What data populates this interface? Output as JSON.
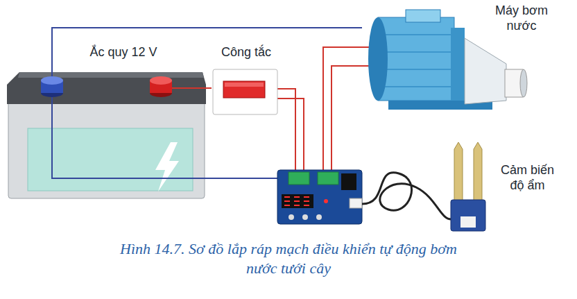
{
  "diagram": {
    "caption": "Hình 14.7. Sơ đồ lắp ráp mạch điều khiển tự động bơm nước tưới cây",
    "nodes": [
      {
        "text": [
          "Ắc quy 12 V"
        ]
      },
      {
        "text": [
          "Công tắc"
        ]
      },
      {
        "text": [
          "Máy bơm nước"
        ]
      },
      {
        "text": [
          "Cảm biến độ ẩm"
        ]
      }
    ],
    "edges": [
      {
        "from": 0,
        "to": 1,
        "arrow": "none"
      },
      {
        "from": 0,
        "to": 2,
        "arrow": "none"
      }
    ]
  }
}
